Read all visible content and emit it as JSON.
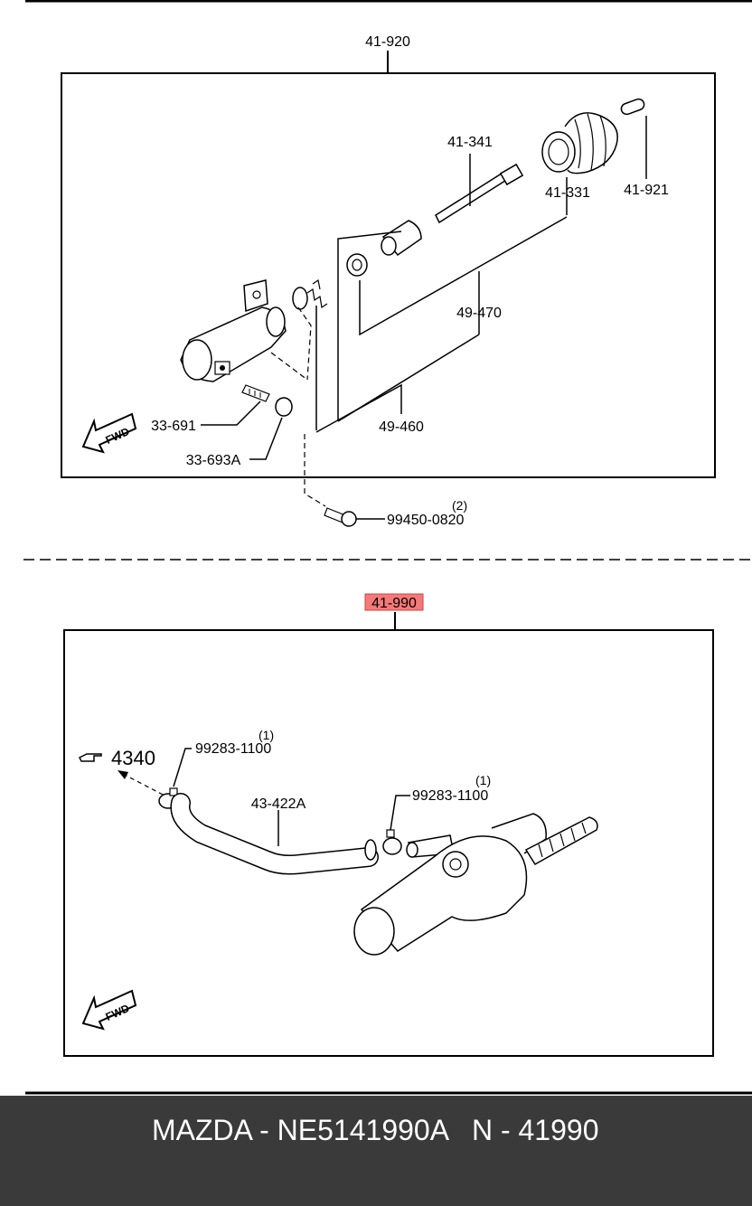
{
  "top_panel": {
    "assembly_label": "41-920",
    "parts": {
      "rod": "41-341",
      "boot": "41-331",
      "pin": "41-921",
      "kit_outer": "49-470",
      "kit_inner": "49-460",
      "bleeder": "33-691",
      "bleeder_cap": "33-693A",
      "bolt": "99450-0820",
      "bolt_qty": "(2)"
    },
    "fwd": "FWD"
  },
  "bottom_panel": {
    "assembly_label": "41-990",
    "highlight_color": "#f47a7a",
    "parts": {
      "clamp_left": "99283-1100",
      "clamp_left_qty": "(1)",
      "clamp_right": "99283-1100",
      "clamp_right_qty": "(1)",
      "hose": "43-422A",
      "ref": "4340"
    },
    "fwd": "FWD"
  },
  "footer": {
    "text": "MAZDA - NE5141990A   N - 41990",
    "background": "#3a3a3a"
  }
}
